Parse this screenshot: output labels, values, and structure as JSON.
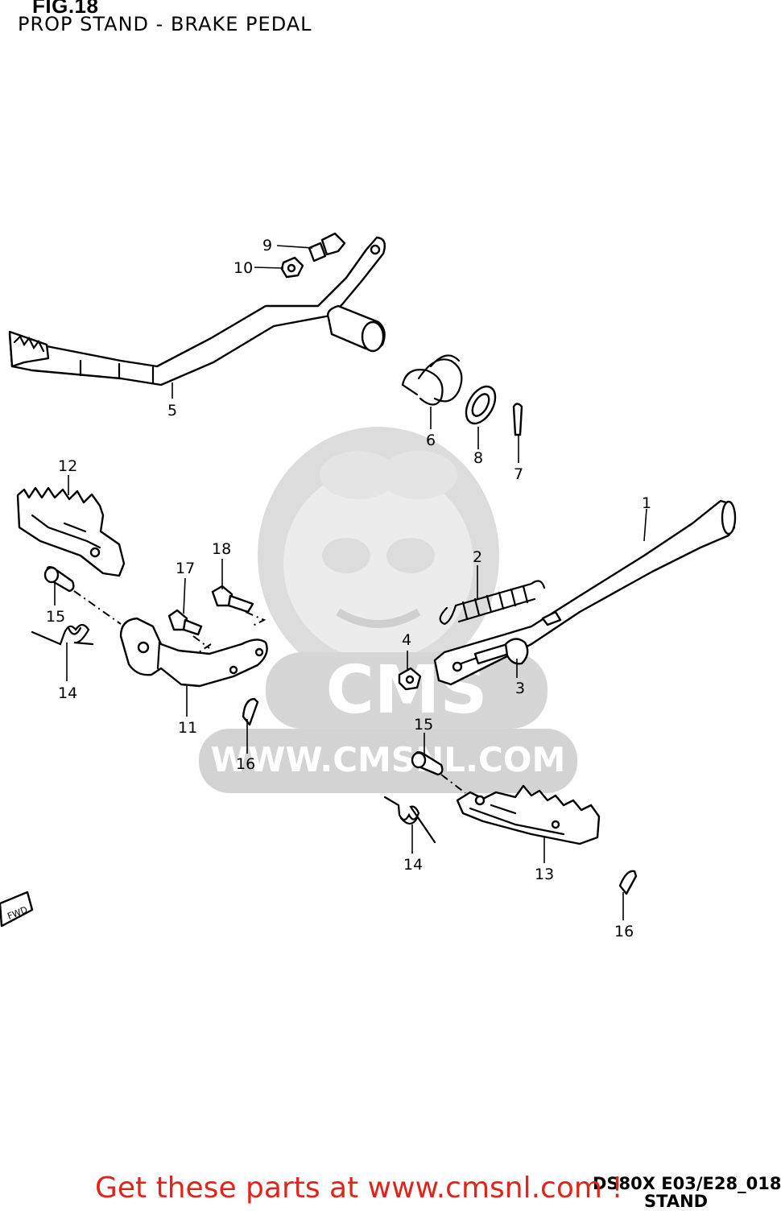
{
  "header": {
    "fig": "FIG.18",
    "title": "PROP STAND - BRAKE PEDAL"
  },
  "watermark": {
    "text": "WWW.CMSNL.COM",
    "logo": "CMS",
    "mascot": "mascot-icon",
    "color": "#d8d8d8"
  },
  "fwd_label": "FWD",
  "footer": {
    "text": "Get these parts at www.cmsnl.com !",
    "color": "#e2231a",
    "code": "DS80X E03/E28_018",
    "code_sub": "STAND"
  },
  "callouts": [
    "1",
    "2",
    "3",
    "4",
    "5",
    "6",
    "7",
    "8",
    "9",
    "10",
    "11",
    "12",
    "13",
    "14",
    "14",
    "15",
    "15",
    "16",
    "16",
    "17",
    "18"
  ]
}
